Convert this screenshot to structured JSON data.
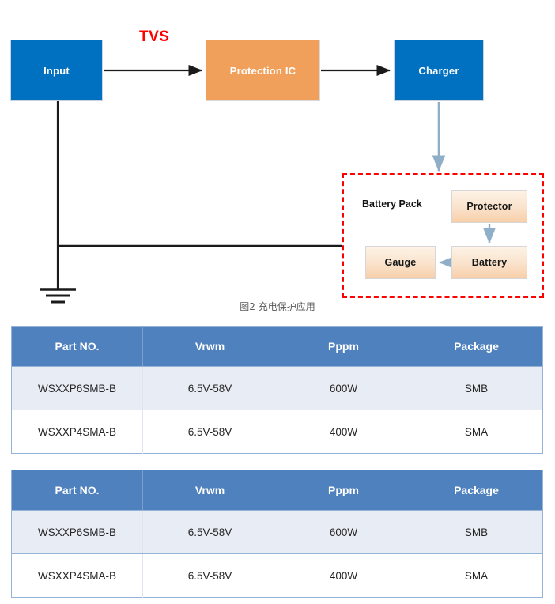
{
  "diagram": {
    "caption": "图2  充电保护应用",
    "tvs_label": "TVS",
    "nodes": {
      "input": "Input",
      "protection_ic": "Protection IC",
      "charger": "Charger",
      "battery_pack": "Battery Pack",
      "protector": "Protector",
      "battery": "Battery",
      "gauge": "Gauge"
    },
    "colors": {
      "blue": "#0070C0",
      "orange": "#F0A05A",
      "tvs_red": "#FF0000",
      "dashed_border": "#FF0000",
      "arrow_black": "#1A1A1A",
      "arrow_blue_gray": "#8FAFC8"
    }
  },
  "tables": [
    {
      "id": "table-1",
      "headers": [
        "Part NO.",
        "Vrwm",
        "Pppm",
        "Package"
      ],
      "rows": [
        [
          "WSXXP6SMB-B",
          "6.5V-58V",
          "600W",
          "SMB"
        ],
        [
          "WSXXP4SMA-B",
          "6.5V-58V",
          "400W",
          "SMA"
        ]
      ]
    },
    {
      "id": "table-2",
      "headers": [
        "Part NO.",
        "Vrwm",
        "Pppm",
        "Package"
      ],
      "rows": [
        [
          "WSXXP6SMB-B",
          "6.5V-58V",
          "600W",
          "SMB"
        ],
        [
          "WSXXP4SMA-B",
          "6.5V-58V",
          "400W",
          "SMA"
        ]
      ]
    }
  ]
}
